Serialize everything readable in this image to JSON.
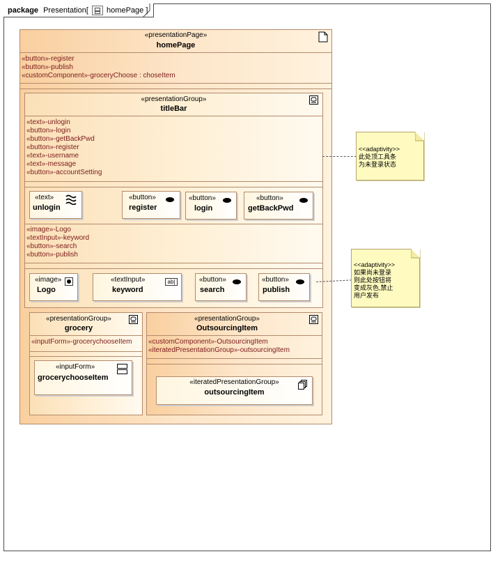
{
  "frame": {
    "keyword": "package",
    "path": "Presentation",
    "bracket_open": "[",
    "diagram_name": "homePage",
    "bracket_close": "]"
  },
  "homePage": {
    "stereotype": "«presentationPage»",
    "name": "homePage",
    "attributes": [
      "«button»-register",
      "«button»-publish",
      "«customComponent»-groceryChoose : choseItem"
    ]
  },
  "titleBar": {
    "stereotype": "«presentationGroup»",
    "name": "titleBar",
    "attributes": [
      "«text»-unlogin",
      "«button»-login",
      "«button»-getBackPwd",
      "«button»-register",
      "«text»-username",
      "«text»-message",
      "«button»-accountSetting"
    ],
    "parts": [
      {
        "stereotype": "«text»",
        "name": "unlogin",
        "icon": "wave-lines-icon"
      },
      {
        "stereotype": "«button»",
        "name": "register",
        "icon": "eye-icon"
      },
      {
        "stereotype": "«button»",
        "name": "login",
        "icon": "eye-icon"
      },
      {
        "stereotype": "«button»",
        "name": "getBackPwd",
        "icon": "eye-icon"
      }
    ]
  },
  "searchBar": {
    "attributes": [
      "«image»-Logo",
      "«textInput»-keyword",
      "«button»-search",
      "«button»-publish"
    ],
    "parts": [
      {
        "stereotype": "«image»",
        "name": "Logo",
        "icon": "image-icon"
      },
      {
        "stereotype": "«textInput»",
        "name": "keyword",
        "icon": "text-input-icon",
        "icon_text": "ab|"
      },
      {
        "stereotype": "«button»",
        "name": "search",
        "icon": "eye-icon"
      },
      {
        "stereotype": "«button»",
        "name": "publish",
        "icon": "eye-icon"
      }
    ]
  },
  "grocery": {
    "stereotype": "«presentationGroup»",
    "name": "grocery",
    "attributes": [
      "«inputForm»-grocerychooseItem"
    ],
    "part": {
      "stereotype": "«inputForm»",
      "name": "grocerychooseItem",
      "icon": "form-icon"
    }
  },
  "outsourcing": {
    "stereotype": "«presentationGroup»",
    "name": "OutsourcingItem",
    "attributes": [
      "«customComponent»-OutsourcingItem",
      "«iteratedPresentationGroup»-outsourcingItem"
    ],
    "part": {
      "stereotype": "«iteratedPresentationGroup»",
      "name": "outsourcingItem",
      "icon": "iterated-icon"
    }
  },
  "notes": [
    {
      "lines": [
        "<<adaptivity>>",
        "此处顶工具条",
        "为未登录状态"
      ]
    },
    {
      "lines": [
        "<<adaptivity>>",
        "如果尚未登录",
        "则此处按钮将",
        "变成灰色,禁止",
        "用户发布"
      ]
    }
  ],
  "colors": {
    "fill_start": "#f9cf9f",
    "fill_end": "#fff2de",
    "border": "#b38a6a",
    "note": "#fffbc0",
    "text": "#7a1a1a"
  }
}
